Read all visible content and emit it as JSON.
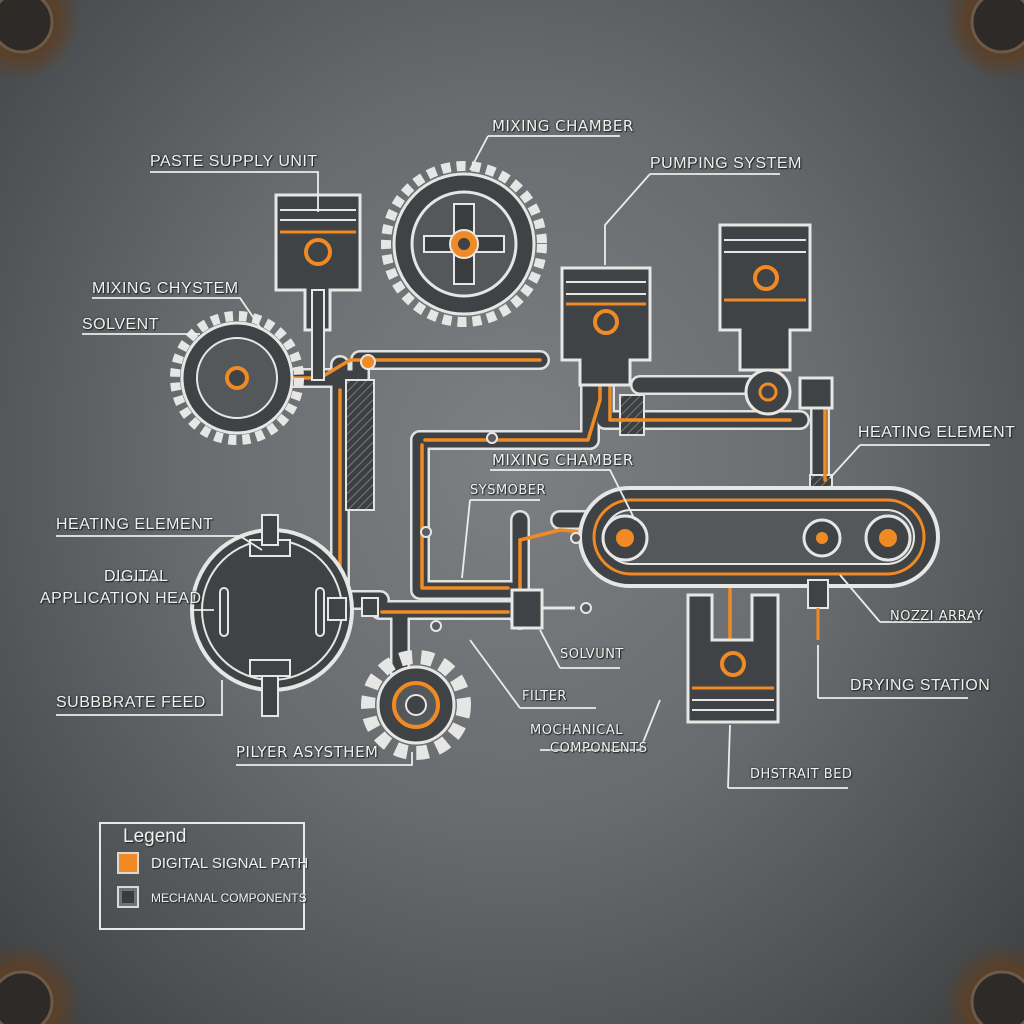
{
  "labels": {
    "mixing_chamber_top": "MIXING CHAMBER",
    "paste_supply_unit": "PASTE SUPPLY UNIT",
    "pumping_system": "PUMPING SYSTEM",
    "mixing_chystem": "MIXING CHYSTEM",
    "solvent_left": "SOLVENT",
    "heating_element_right": "HEATING ELEMENT",
    "mixing_chamber_mid": "MIXING CHAMBER",
    "sysmober": "SYSMOBER",
    "heating_element_left": "HEATING ELEMENT",
    "digital_line1": "DIGITAL",
    "digital_line2": "APPLICATION HEAD",
    "nozzle_array": "NOZZI ARRAY",
    "solvunt": "SOLVUNT",
    "drying_station": "DRYING STATION",
    "substrate_feed": "SUBBBRATE FEED",
    "filter": "FILTER",
    "mechanical_line1": "MOCHANICAL",
    "mechanical_line2": "COMPONENTS",
    "pilyer_asysthem": "PILYER ASYSTHEM",
    "dhstrait_bed": "DHSTRAIT BED"
  },
  "legend": {
    "title": "Legend",
    "items": [
      {
        "label": "DIGITAL SIGNAL PATH",
        "color": "#f08a24"
      },
      {
        "label": "MECHANAL COMPONENTS",
        "color": "#3a3b3c"
      }
    ]
  },
  "colors": {
    "signal": "#f08a24",
    "outline": "#e6e6e4",
    "metal": "#45484a"
  }
}
